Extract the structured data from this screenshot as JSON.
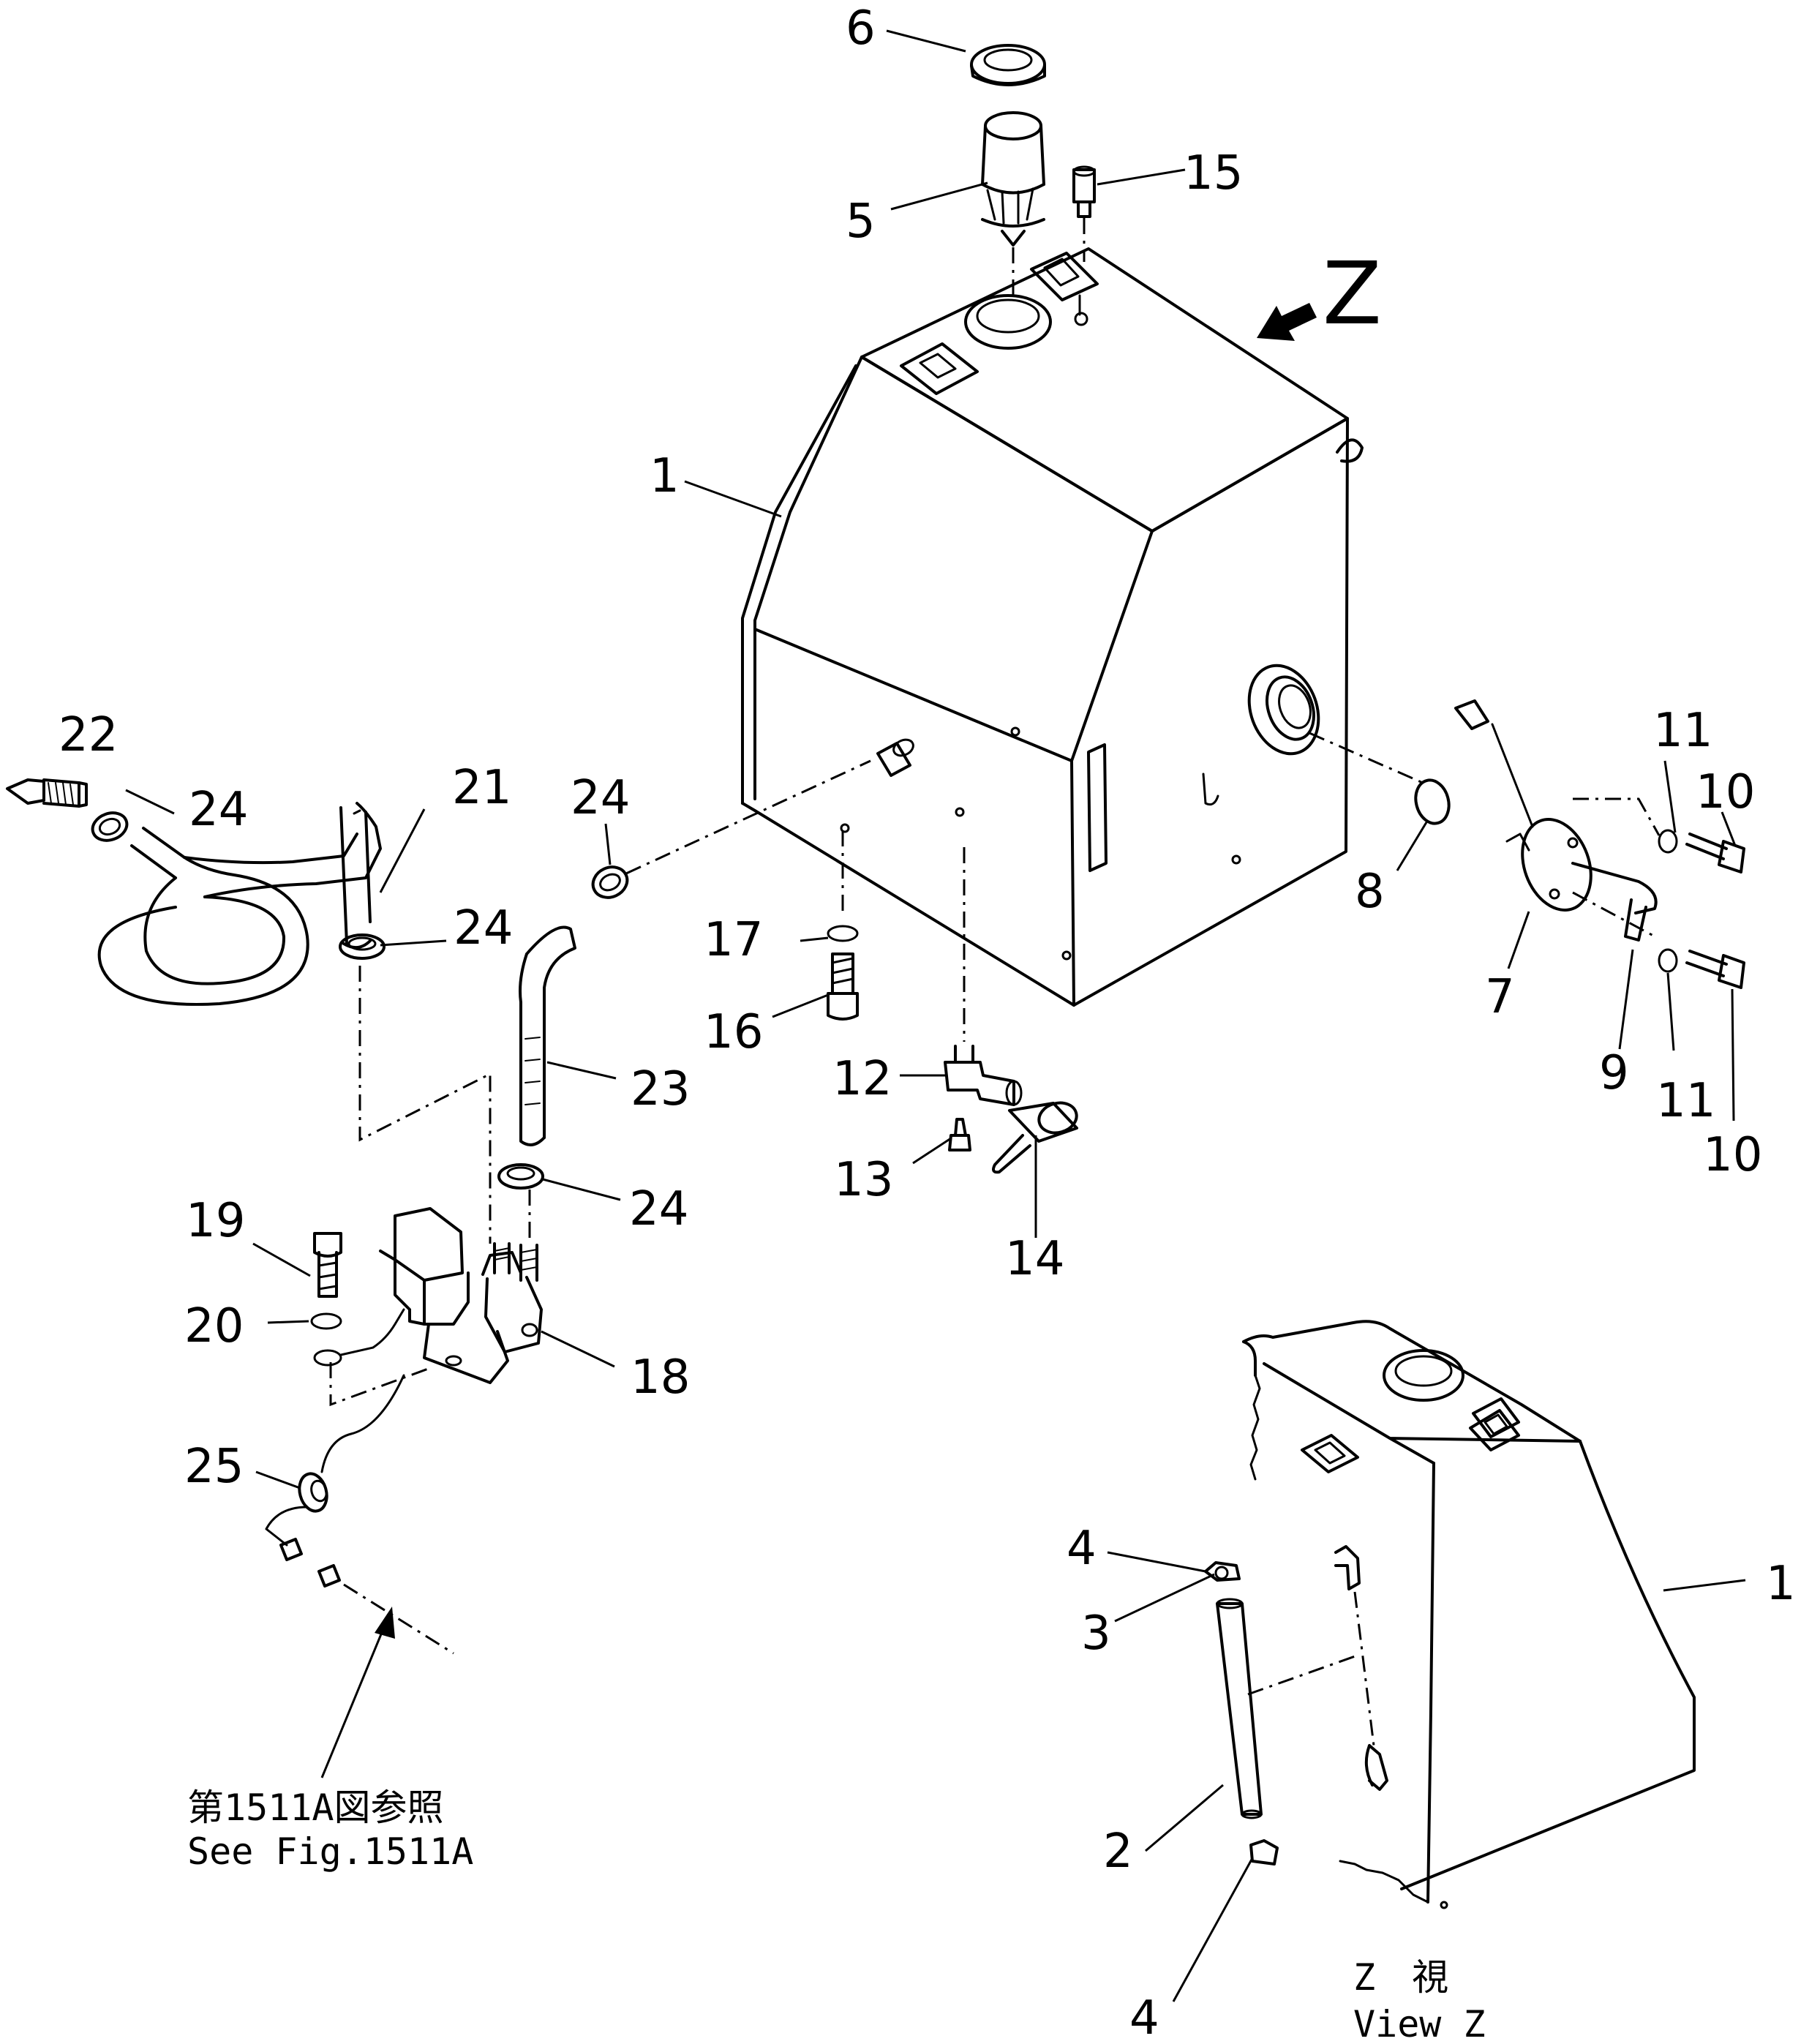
{
  "callouts": [
    {
      "id": "c1a",
      "label": "1"
    },
    {
      "id": "c1b",
      "label": "1"
    },
    {
      "id": "c2",
      "label": "2"
    },
    {
      "id": "c3",
      "label": "3"
    },
    {
      "id": "c4a",
      "label": "4"
    },
    {
      "id": "c4b",
      "label": "4"
    },
    {
      "id": "c5",
      "label": "5"
    },
    {
      "id": "c6",
      "label": "6"
    },
    {
      "id": "c7",
      "label": "7"
    },
    {
      "id": "c8",
      "label": "8"
    },
    {
      "id": "c9",
      "label": "9"
    },
    {
      "id": "c10a",
      "label": "10"
    },
    {
      "id": "c10b",
      "label": "10"
    },
    {
      "id": "c11a",
      "label": "11"
    },
    {
      "id": "c11b",
      "label": "11"
    },
    {
      "id": "c12",
      "label": "12"
    },
    {
      "id": "c13",
      "label": "13"
    },
    {
      "id": "c14",
      "label": "14"
    },
    {
      "id": "c15",
      "label": "15"
    },
    {
      "id": "c16",
      "label": "16"
    },
    {
      "id": "c17",
      "label": "17"
    },
    {
      "id": "c18",
      "label": "18"
    },
    {
      "id": "c19",
      "label": "19"
    },
    {
      "id": "c20",
      "label": "20"
    },
    {
      "id": "c21",
      "label": "21"
    },
    {
      "id": "c22",
      "label": "22"
    },
    {
      "id": "c23",
      "label": "23"
    },
    {
      "id": "c24a",
      "label": "24"
    },
    {
      "id": "c24b",
      "label": "24"
    },
    {
      "id": "c24c",
      "label": "24"
    },
    {
      "id": "c24d",
      "label": "24"
    },
    {
      "id": "c25",
      "label": "25"
    }
  ],
  "view_arrow": {
    "letter": "Z"
  },
  "view_caption": {
    "jp": "Z　視",
    "en": "View Z"
  },
  "reference_note": {
    "jp": "第1511A図参照",
    "en": "See Fig.1511A"
  }
}
